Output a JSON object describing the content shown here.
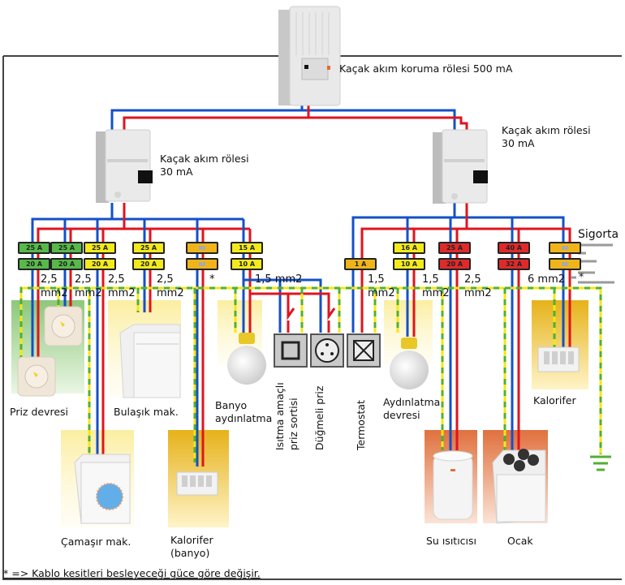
{
  "main_relay": {
    "label": "Kaçak akım koruma rölesi 500 mA"
  },
  "left_relay": {
    "label_line1": "Kaçak akım rölesi",
    "label_line2": "30 mA"
  },
  "right_relay": {
    "label_line1": "Kaçak akım rölesi",
    "label_line2": "30 mA"
  },
  "legend": {
    "fuse_title": "Sigorta",
    "star": "*"
  },
  "left_fuses": [
    {
      "top": "25 A",
      "bottom": "20 A",
      "color": "green"
    },
    {
      "top": "25 A",
      "bottom": "20 A",
      "color": "green"
    },
    {
      "top": "25 A",
      "bottom": "20 A",
      "color": "yellow"
    },
    {
      "top": "25 A",
      "bottom": "20 A",
      "color": "yellow"
    },
    {
      "top": "",
      "bottom": "",
      "color": "orange"
    },
    {
      "top": "15 A",
      "bottom": "10 A",
      "color": "yellow"
    }
  ],
  "right_fuses": [
    {
      "top": "",
      "bottom": "1 A",
      "color": "orange"
    },
    {
      "top": "16 A",
      "bottom": "10 A",
      "color": "yellow"
    },
    {
      "top": "25 A",
      "bottom": "20 A",
      "color": "red"
    },
    {
      "top": "40 A",
      "bottom": "32 A",
      "color": "red"
    },
    {
      "top": "",
      "bottom": "",
      "color": "orange"
    }
  ],
  "cable_sizes": {
    "s1_a": "2,5",
    "s1_b": "mm2",
    "s2_a": "2,5",
    "s2_b": "mm2",
    "s3_a": "2,5",
    "s3_b": "mm2",
    "s4_a": "2,5",
    "s4_b": "mm2",
    "star": "*",
    "s5": "1,5 mm2",
    "s6_a": "1,5",
    "s6_b": "mm2",
    "s7_a": "1,5",
    "s7_b": "mm2",
    "s8_a": "2,5",
    "s8_b": "mm2",
    "s9": "6 mm2"
  },
  "loads": {
    "priz": "Priz devresi",
    "bulasik": "Bulaşık mak.",
    "banyo_line1": "Banyo",
    "banyo_line2": "aydınlatma",
    "isitma_line1": "Isıtma amaçlı",
    "isitma_line2": "priz sortisi",
    "dugmeli": "Düğmeli priz",
    "termostat": "Termostat",
    "aydinlatma_line1": "Aydınlatma",
    "aydinlatma_line2": "devresi",
    "kalorifer": "Kalorifer",
    "camasir": "Çamaşır mak.",
    "kalorifer_banyo_line1": "Kalorifer",
    "kalorifer_banyo_line2": "(banyo)",
    "su_isiticisi": "Su ısıtıcısı",
    "ocak": "Ocak"
  },
  "footnote": {
    "star": "*",
    "text": "=> Kablo kesitleri besleyeceği güce göre değişir."
  },
  "colors": {
    "phase": "#e0141e",
    "neutral": "#1450c8",
    "earth_a": "#f5e614",
    "earth_b": "#52b030"
  }
}
